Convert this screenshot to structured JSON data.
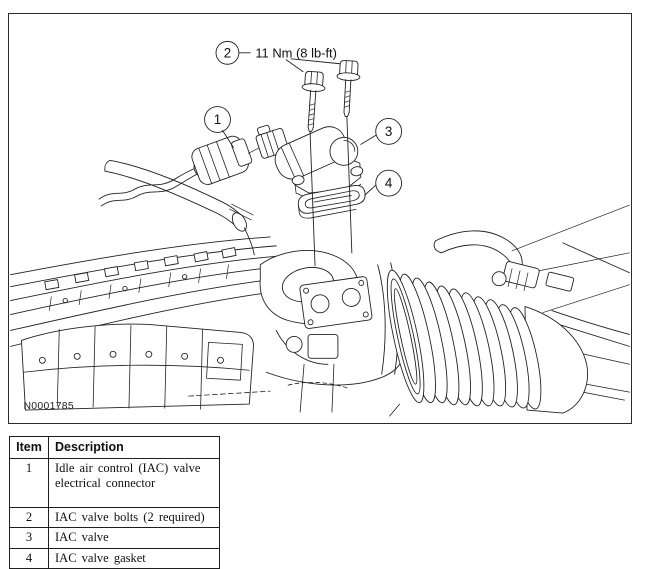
{
  "diagram": {
    "figure_id": "N0001785",
    "torque_label": "11 Nm (8 lb-ft)",
    "callouts": [
      {
        "number": "1"
      },
      {
        "number": "2"
      },
      {
        "number": "3"
      },
      {
        "number": "4"
      }
    ],
    "colors": {
      "line": "#222222",
      "frame_border": "#2b2b2b",
      "background": "#ffffff"
    }
  },
  "parts_table": {
    "headers": {
      "item": "Item",
      "description": "Description"
    },
    "rows": [
      {
        "item": "1",
        "description": "Idle air control (IAC) valve electrical connector"
      },
      {
        "item": "2",
        "description": "IAC valve bolts (2 required)"
      },
      {
        "item": "3",
        "description": "IAC valve"
      },
      {
        "item": "4",
        "description": "IAC valve gasket"
      }
    ]
  }
}
